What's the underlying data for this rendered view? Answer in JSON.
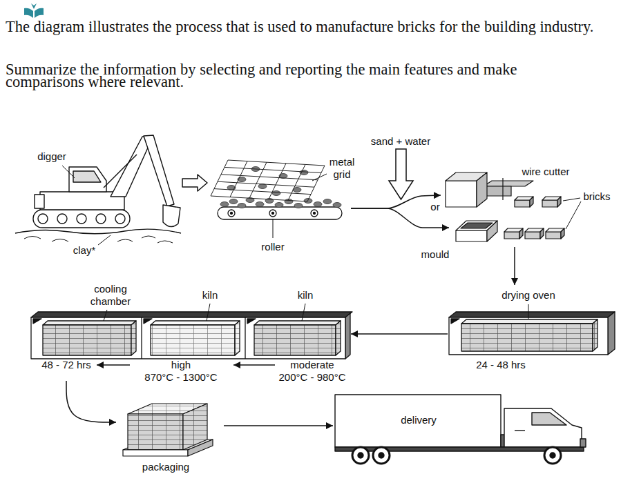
{
  "diagram": {
    "title": "The diagram illustrates the process that is used to manufacture bricks for the building industry.",
    "nodes": [
      {
        "text": [
          "digger",
          "clay*"
        ]
      },
      {
        "text": [
          "metal grid",
          "roller"
        ]
      },
      {
        "text": [
          "wire cutter"
        ]
      },
      {
        "text": [
          "mould"
        ]
      },
      {
        "text": [
          "drying oven",
          "24 - 48 hrs"
        ]
      },
      {
        "text": [
          "kiln",
          "moderate 200°C - 980°C"
        ]
      },
      {
        "text": [
          "kiln",
          "high 870°C - 1300°C"
        ]
      },
      {
        "text": [
          "cooling chamber",
          "48 - 72 hrs"
        ]
      },
      {
        "text": [
          "packaging"
        ]
      },
      {
        "text": [
          "delivery"
        ]
      }
    ],
    "edges": [
      {
        "from": 0,
        "to": 1,
        "arrow": "to"
      },
      {
        "from": 1,
        "to": 2,
        "arrow": "to"
      },
      {
        "from": 1,
        "to": 3,
        "arrow": "to"
      },
      {
        "from": 3,
        "to": 4,
        "arrow": "to"
      },
      {
        "from": 4,
        "to": 5,
        "arrow": "to"
      },
      {
        "from": 5,
        "to": 6,
        "arrow": "to"
      },
      {
        "from": 6,
        "to": 7,
        "arrow": "to"
      },
      {
        "from": 7,
        "to": 8,
        "arrow": "to"
      },
      {
        "from": 8,
        "to": 9,
        "arrow": "to"
      }
    ],
    "labels": [
      "Summarize the information by selecting and reporting the main features and make comparisons where relevant.",
      "sand + water",
      "or",
      "bricks"
    ]
  }
}
